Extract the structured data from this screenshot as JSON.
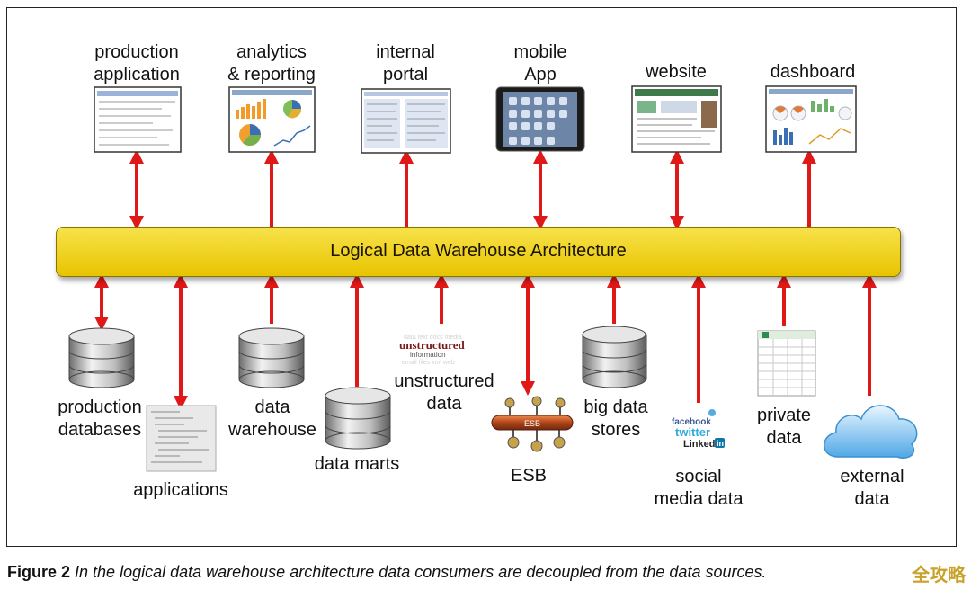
{
  "consumers": [
    {
      "id": "production-application",
      "lines": [
        "production",
        "application"
      ]
    },
    {
      "id": "analytics-reporting",
      "lines": [
        "analytics",
        "& reporting"
      ]
    },
    {
      "id": "internal-portal",
      "lines": [
        "internal",
        "portal"
      ]
    },
    {
      "id": "mobile-app",
      "lines": [
        "mobile",
        "App"
      ]
    },
    {
      "id": "website",
      "lines": [
        "website"
      ]
    },
    {
      "id": "dashboard",
      "lines": [
        "dashboard"
      ]
    }
  ],
  "central_bar": {
    "label": "Logical Data Warehouse Architecture"
  },
  "sources": [
    {
      "id": "production-databases",
      "lines": [
        "production",
        "databases"
      ]
    },
    {
      "id": "applications",
      "lines": [
        "applications"
      ]
    },
    {
      "id": "data-warehouse",
      "lines": [
        "data",
        "warehouse"
      ]
    },
    {
      "id": "data-marts",
      "lines": [
        "data marts"
      ]
    },
    {
      "id": "unstructured-data",
      "lines": [
        "unstructured",
        "data"
      ]
    },
    {
      "id": "esb",
      "lines": [
        "ESB"
      ]
    },
    {
      "id": "big-data-stores",
      "lines": [
        "big data",
        "stores"
      ]
    },
    {
      "id": "social-media-data",
      "lines": [
        "social",
        "media data"
      ]
    },
    {
      "id": "private-data",
      "lines": [
        "private",
        "data"
      ]
    },
    {
      "id": "external-data",
      "lines": [
        "external",
        "data"
      ]
    }
  ],
  "icon_text": {
    "unstructured_word": "unstructured",
    "unstructured_sub": "information",
    "esb": "ESB",
    "facebook": "facebook",
    "twitter": "twitter",
    "linkedin": "Linked",
    "linkedin_in": "in"
  },
  "caption": {
    "figure": "Figure 2",
    "text": "In the logical data warehouse architecture data consumers are decoupled from the data sources."
  },
  "watermark": "全攻略",
  "colors": {
    "arrow": "#e01818",
    "bar": "#f2d21c",
    "cloud": "#5aaee8"
  }
}
